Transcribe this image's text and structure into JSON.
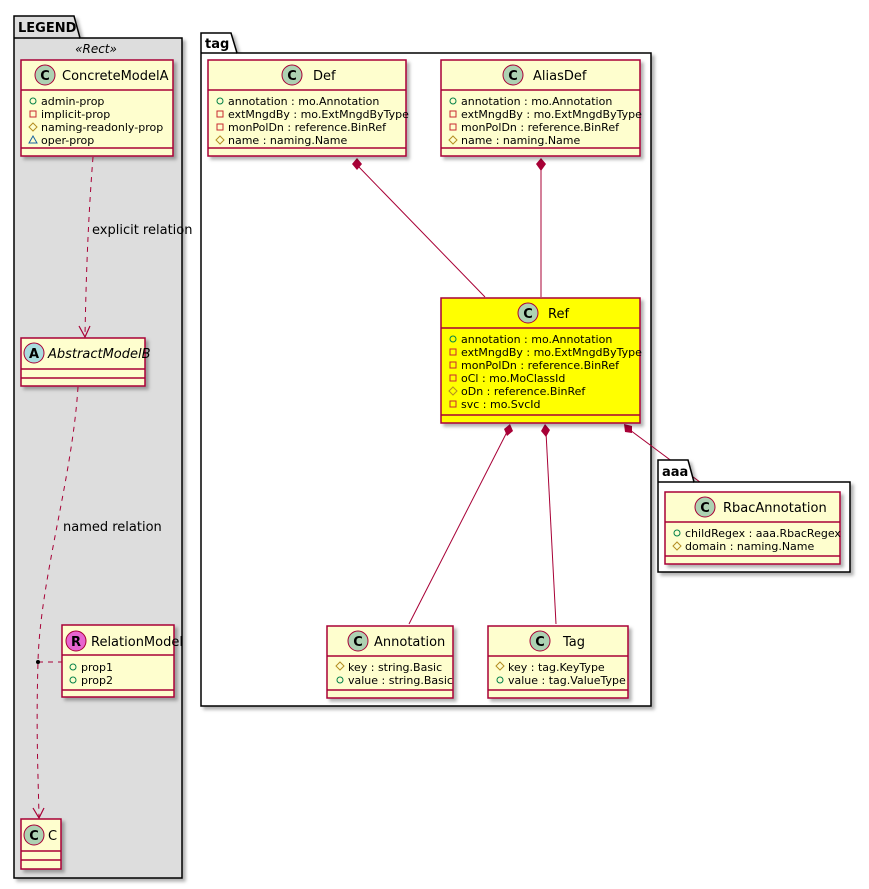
{
  "legend": {
    "title": "LEGEND",
    "stereotype": "«Rect»",
    "concrete_model": {
      "name": "ConcreteModelA",
      "attrs": [
        "admin-prop",
        "implicit-prop",
        "naming-readonly-prop",
        "oper-prop"
      ]
    },
    "abstract_model": {
      "name": "AbstractModelB"
    },
    "relation_model": {
      "name": "RelationModel",
      "badge": "R",
      "attrs": [
        "prop1",
        "prop2"
      ]
    },
    "c_model": {
      "name": "C"
    },
    "explicit_relation_label": "explicit relation",
    "named_relation_label": "named relation"
  },
  "tag_package": {
    "title": "tag",
    "def": {
      "name": "Def",
      "attrs": [
        "annotation : mo.Annotation",
        "extMngdBy : mo.ExtMngdByType",
        "monPolDn : reference.BinRef",
        "name : naming.Name"
      ]
    },
    "alias_def": {
      "name": "AliasDef",
      "attrs": [
        "annotation : mo.Annotation",
        "extMngdBy : mo.ExtMngdByType",
        "monPolDn : reference.BinRef",
        "name : naming.Name"
      ]
    },
    "ref": {
      "name": "Ref",
      "attrs": [
        "annotation : mo.Annotation",
        "extMngdBy : mo.ExtMngdByType",
        "monPolDn : reference.BinRef",
        "oCl : mo.MoClassId",
        "oDn : reference.BinRef",
        "svc : mo.SvcId"
      ]
    },
    "annotation": {
      "name": "Annotation",
      "attrs": [
        "key : string.Basic",
        "value : string.Basic"
      ]
    },
    "tag": {
      "name": "Tag",
      "attrs": [
        "key : tag.KeyType",
        "value : tag.ValueType"
      ]
    }
  },
  "aaa_package": {
    "title": "aaa",
    "rbac_annotation": {
      "name": "RbacAnnotation",
      "attrs": [
        "childRegex : aaa.RbacRegex",
        "domain : naming.Name"
      ]
    }
  },
  "colors": {
    "class_fill": "#FEFECE",
    "class_border": "#A80036",
    "highlight_fill": "#FFFF00",
    "legend_fill": "#DDDDDD",
    "circle_c": "#ADD1B2",
    "circle_a": "#A9DCDF",
    "circle_r": "#E765CF"
  }
}
